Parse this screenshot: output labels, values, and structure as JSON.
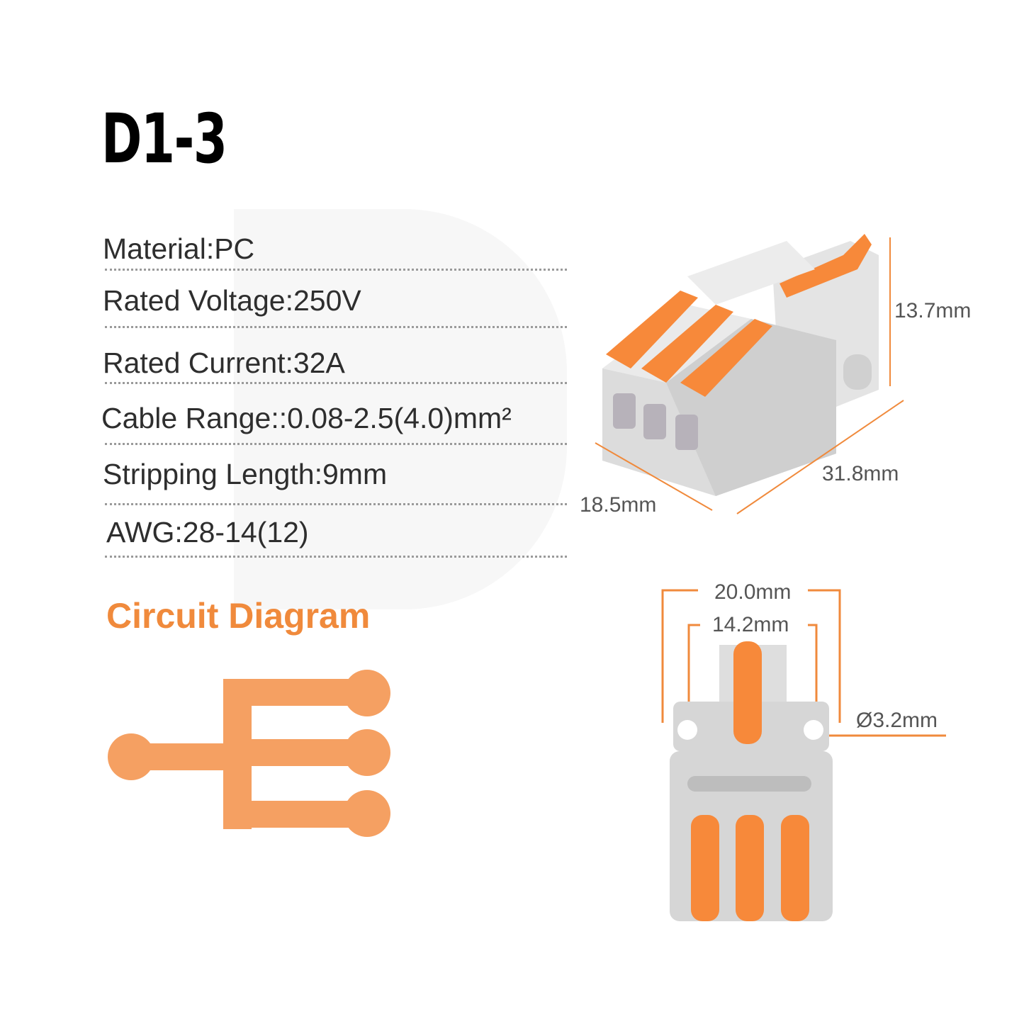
{
  "title": "D1-3",
  "specs": [
    "Material:PC",
    "Rated Voltage:250V",
    "Rated Current:32A",
    "Cable Range::0.08-2.5(4.0)mm²",
    "Stripping Length:9mm",
    "AWG:28-14(12)"
  ],
  "circuit_heading": "Circuit Diagram",
  "dimensions": {
    "height": "13.7mm",
    "length": "31.8mm",
    "width": "18.5mm",
    "outer_width": "20.0mm",
    "hole_spacing": "14.2mm",
    "hole_diameter": "Ø3.2mm"
  },
  "colors": {
    "accent": "#f08a3c",
    "diagram": "#f5a062",
    "body": "#d9d9d9",
    "lever": "#f7893a"
  }
}
